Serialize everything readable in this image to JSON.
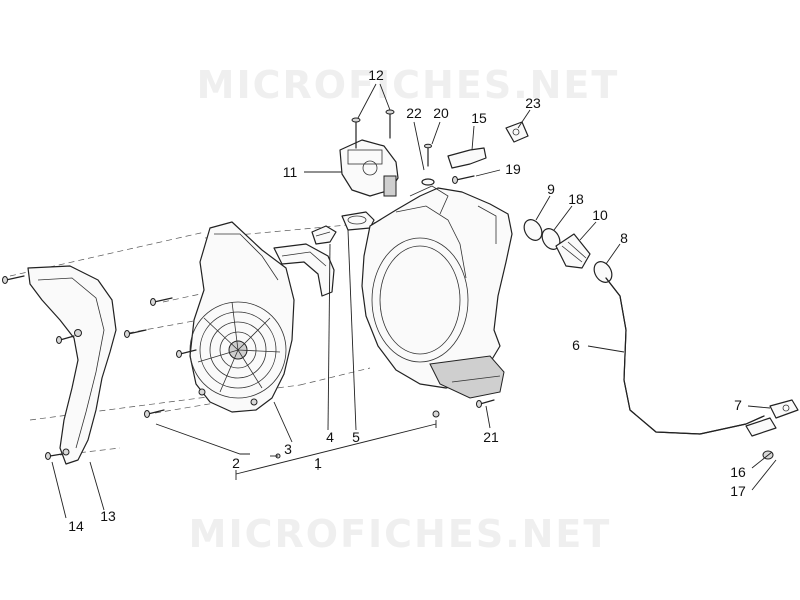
{
  "watermark": {
    "top": "MICROFICHES.NET",
    "bottom": "MICROFICHES.NET"
  },
  "callouts": {
    "c1": "1",
    "c2": "2",
    "c3": "3",
    "c4": "4",
    "c5": "5",
    "c6": "6",
    "c7": "7",
    "c8": "8",
    "c9": "9",
    "c10": "10",
    "c11": "11",
    "c12": "12",
    "c13": "13",
    "c14": "14",
    "c15": "15",
    "c16": "16",
    "c17": "17",
    "c18": "18",
    "c19": "19",
    "c20": "20",
    "c21": "21",
    "c22": "22",
    "c23": "23"
  }
}
